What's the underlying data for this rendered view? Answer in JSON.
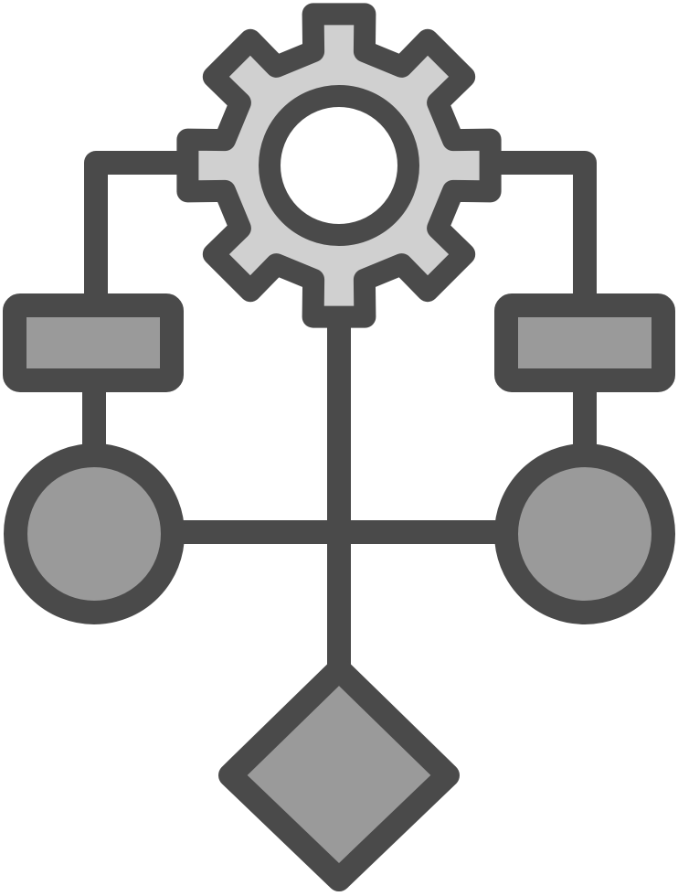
{
  "icon": {
    "name": "workflow-process-icon",
    "parts": [
      "gear-icon",
      "process-box-left",
      "process-box-right",
      "node-circle-left",
      "node-circle-right",
      "decision-diamond"
    ]
  },
  "colors": {
    "background": "#ffffff",
    "stroke": "#4a4a4a",
    "gear_fill": "#d0d0d0",
    "shape_fill": "#9a9a9a",
    "hole_fill": "#ffffff"
  }
}
